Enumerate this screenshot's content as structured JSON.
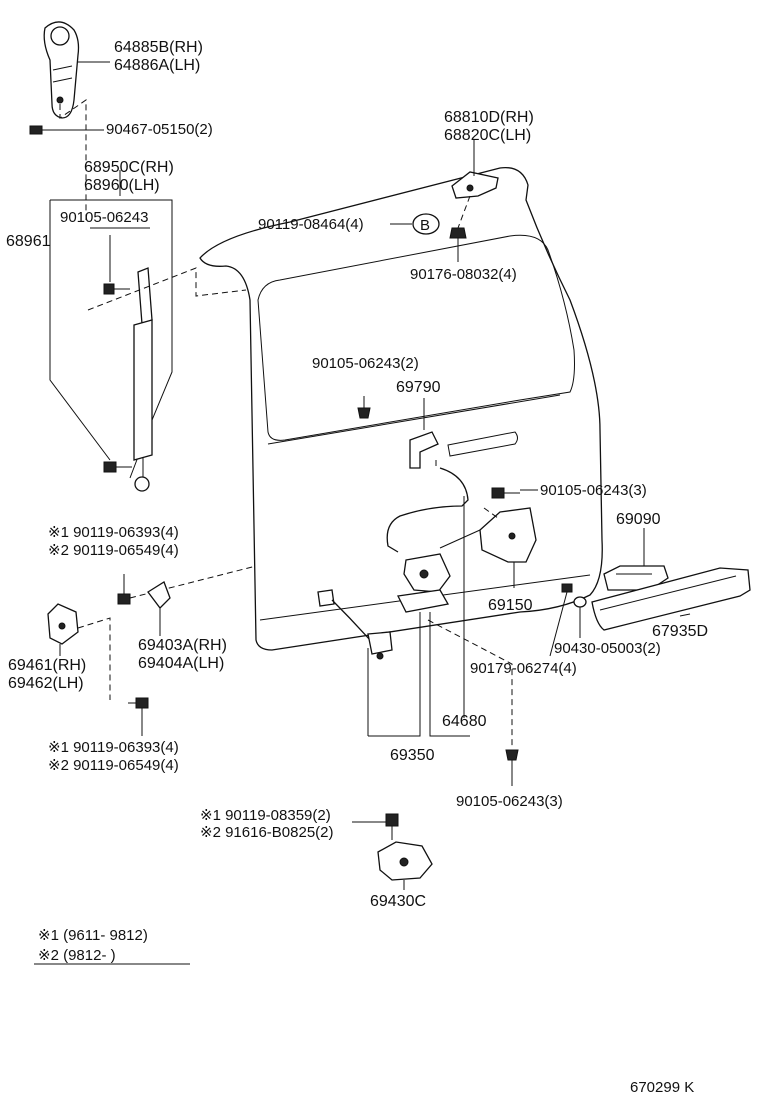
{
  "labels": {
    "hinge_rh": "64885B(RH)",
    "hinge_lh": "64886A(LH)",
    "bolt_90467": "90467-05150(2)",
    "stay_rh": "68950C(RH)",
    "stay_lh": "68960(LH)",
    "bolt_90105_a": "90105-06243",
    "stay_bracket": "68961",
    "bolt_90119_08464": "90119-08464(4)",
    "ref_b": "B",
    "hinge2_rh": "68810D(RH)",
    "hinge2_lh": "68820C(LH)",
    "nut_90176": "90176-08032(4)",
    "bolt_90105_b": "90105-06243(2)",
    "rod_69790": "69790",
    "bolt_90105_c": "90105-06243(3)",
    "handle_69090": "69090",
    "lock_69150": "69150",
    "garnish_67935": "67935D",
    "clip_90430": "90430-05003(2)",
    "screw_90179": "90179-06274(4)",
    "cable_64680": "64680",
    "lock_assy_69350": "69350",
    "bolt_90105_d": "90105-06243(3)",
    "stopper_rh": "69403A(RH)",
    "stopper_lh": "69404A(LH)",
    "guide_rh": "69461(RH)",
    "guide_lh": "69462(LH)",
    "mark1_a": "※1 90119-06393(4)",
    "mark2_a": "※2 90119-06549(4)",
    "mark1_b": "※1 90119-06393(4)",
    "mark2_b": "※2 90119-06549(4)",
    "mark1_c": "※1 90119-08359(2)",
    "mark2_c": "※2 91616-B0825(2)",
    "striker_69430": "69430C",
    "legend1": "※1 (9611- 9812)",
    "legend2": "※2 (9812-       )",
    "drawing_no": "670299 K"
  }
}
